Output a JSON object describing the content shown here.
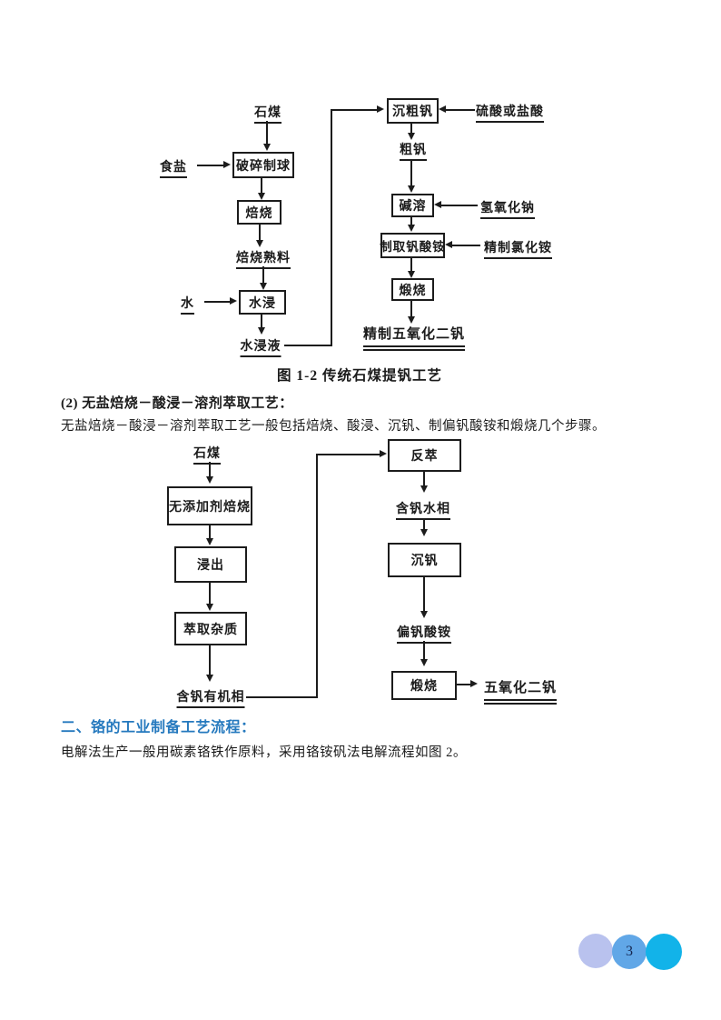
{
  "figure1": {
    "caption": "图 1-2 传统石煤提钒工艺",
    "nodes": {
      "stone_coal": "石煤",
      "salt": "食盐",
      "crush": "破碎制球",
      "roast": "焙烧",
      "clinker": "焙烧熟料",
      "water": "水",
      "water_leach": "水浸",
      "leachate": "水浸液",
      "precip_crude": "沉粗钒",
      "acid": "硫酸或盐酸",
      "crude_v": "粗钒",
      "alkali": "碱溶",
      "naoh": "氢氧化钠",
      "make_av": "制取钒酸铵",
      "nh4cl": "精制氯化铵",
      "calcine": "煅烧",
      "product": "精制五氧化二钒"
    }
  },
  "section2": {
    "heading": "(2) 无盐焙烧－酸浸－溶剂萃取工艺：",
    "body": "无盐焙烧－酸浸－溶剂萃取工艺一般包括焙烧、酸浸、沉钒、制偏钒酸铵和煅烧几个步骤。"
  },
  "figure2": {
    "nodes": {
      "stone_coal": "石煤",
      "no_additive_roast": "无添加剂焙烧",
      "leach": "浸出",
      "extract_impurity": "萃取杂质",
      "organic_phase": "含钒有机相",
      "strip": "反萃",
      "aqueous_phase": "含钒水相",
      "precip_v": "沉钒",
      "amv": "偏钒酸铵",
      "calcine": "煅烧",
      "product": "五氧化二钒"
    }
  },
  "section3": {
    "heading": "二、铬的工业制备工艺流程：",
    "body": "电解法生产一般用碳素铬铁作原料，采用铬铵矾法电解流程如图 2。"
  },
  "footer": {
    "page_number": "3"
  },
  "colors": {
    "heading_blue": "#2579be",
    "circle_left": "#b9c2ee",
    "circle_mid": "#61a7e7",
    "circle_right": "#12b3e9"
  }
}
